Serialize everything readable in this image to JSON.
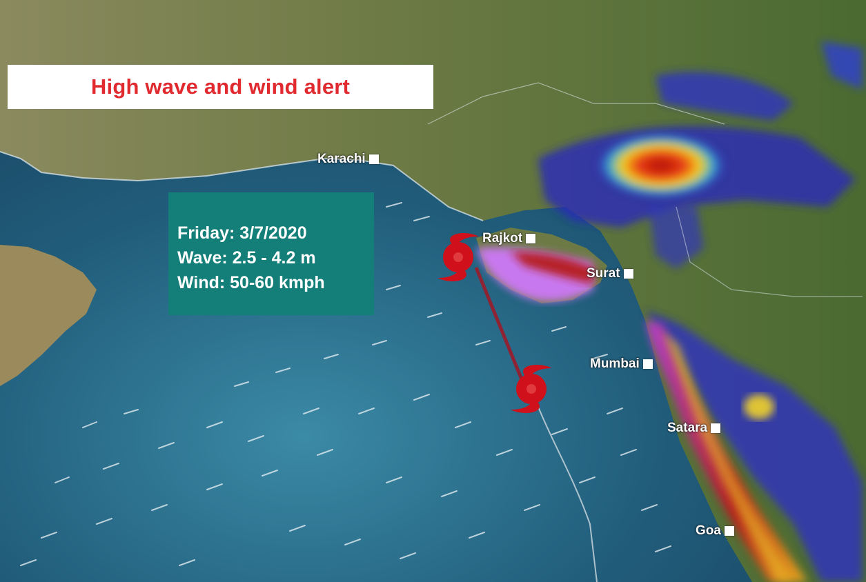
{
  "alert": {
    "title": "High wave and wind alert"
  },
  "forecast": {
    "day_line": "Friday: 3/7/2020",
    "wave_line": "Wave: 2.5 - 4.2 m",
    "wind_line": "Wind: 50-60 kmph"
  },
  "cities": [
    {
      "name": "Karachi"
    },
    {
      "name": "Rajkot"
    },
    {
      "name": "Surat"
    },
    {
      "name": "Mumbai"
    },
    {
      "name": "Satara"
    },
    {
      "name": "Goa"
    }
  ],
  "colors": {
    "alert_text": "#e02a2f",
    "info_box": "#137f78",
    "cyclone": "#d0101a",
    "sea": "#1f5c7a",
    "land": "#6f7a45"
  },
  "icons": {
    "cyclone_symbol": "cyclone-icon",
    "city_marker": "city-marker-icon"
  }
}
